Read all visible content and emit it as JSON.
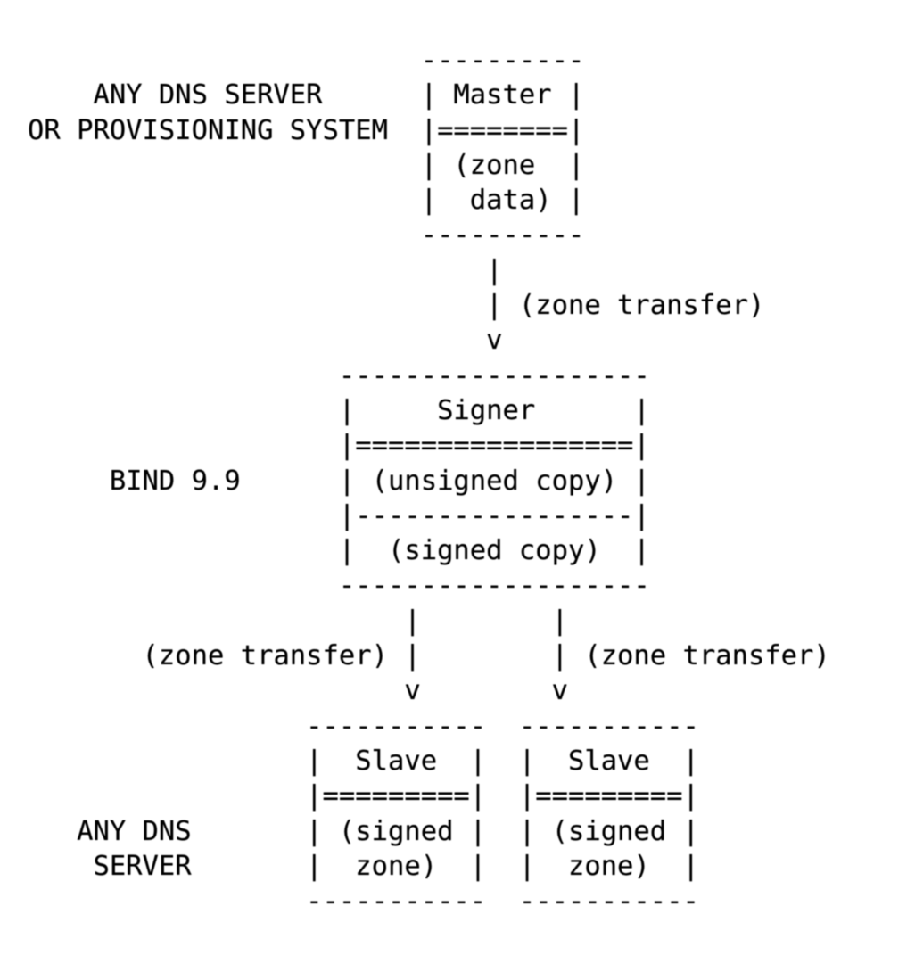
{
  "colors": {
    "background": "#ffffff",
    "text": "#000000"
  },
  "diagram": {
    "ascii": "                        ----------\n    ANY DNS SERVER      | Master |\nOR PROVISIONING SYSTEM  |========|\n                        | (zone  |\n                        |  data) |\n                        ----------\n                            |\n                            | (zone transfer)\n                            v\n                   -------------------\n                   |     Signer      |\n                   |=================|\n     BIND 9.9      | (unsigned copy) |\n                   |-----------------|\n                   |  (signed copy)  |\n                   -------------------\n                       |        |\n       (zone transfer) |        | (zone transfer)\n                       v        v\n                 -----------  -----------\n                 |  Slave  |  |  Slave  |\n                 |=========|  |=========|\n   ANY DNS       | (signed |  | (signed |\n    SERVER       |  zone)  |  |  zone)  |\n                 -----------  -----------",
    "side_labels": [
      {
        "lines": [
          "ANY DNS SERVER",
          "OR PROVISIONING SYSTEM"
        ],
        "attached_to": "master"
      },
      {
        "lines": [
          "BIND 9.9"
        ],
        "attached_to": "signer"
      },
      {
        "lines": [
          "ANY DNS",
          "SERVER"
        ],
        "attached_to": "slaves"
      }
    ],
    "nodes": [
      {
        "id": "master",
        "title": "Master",
        "body": "(zone data)"
      },
      {
        "id": "signer",
        "title": "Signer",
        "compartments": [
          "(unsigned copy)",
          "(signed copy)"
        ]
      },
      {
        "id": "slave-left",
        "title": "Slave",
        "body": "(signed zone)"
      },
      {
        "id": "slave-right",
        "title": "Slave",
        "body": "(signed zone)"
      }
    ],
    "edges": [
      {
        "from": "master",
        "to": "signer",
        "label": "(zone transfer)"
      },
      {
        "from": "signer",
        "to": "slave-left",
        "label": "(zone transfer)"
      },
      {
        "from": "signer",
        "to": "slave-right",
        "label": "(zone transfer)"
      }
    ]
  }
}
